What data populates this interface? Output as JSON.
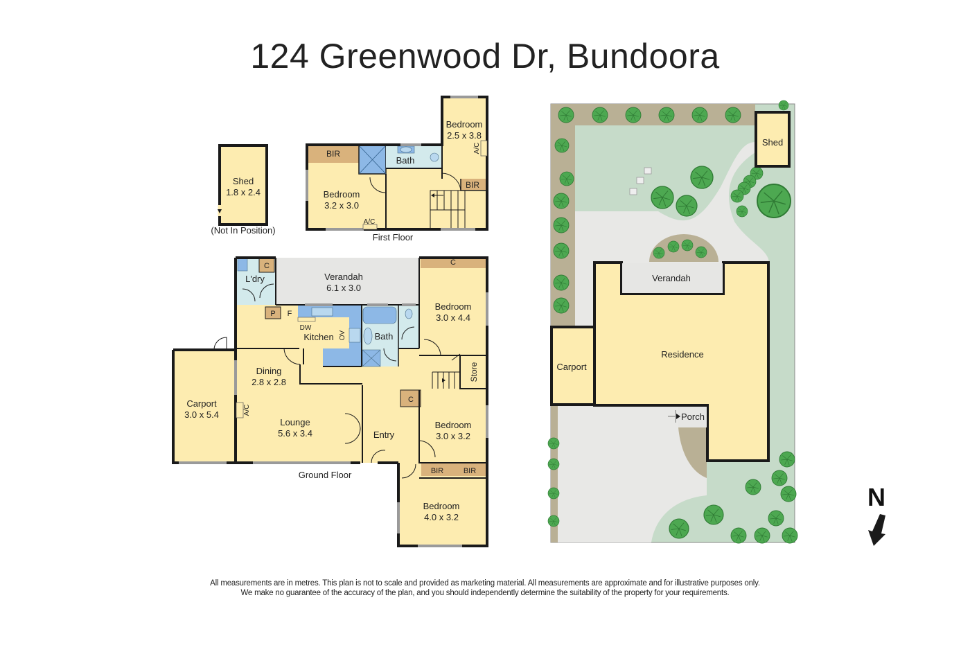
{
  "title": "124 Greenwood Dr, Bundoora",
  "first_floor": {
    "label": "First Floor",
    "rooms": {
      "bedroom_1": {
        "name": "Bedroom",
        "size": "3.2 x 3.0"
      },
      "bedroom_2": {
        "name": "Bedroom",
        "size": "2.5 x 3.8"
      },
      "bath": "Bath",
      "bir_1": "BIR",
      "bir_2": "BIR",
      "ac_1": "A/C",
      "ac_2": "A/C"
    }
  },
  "shed": {
    "name": "Shed",
    "size": "1.8 x 2.4",
    "note": "(Not In Position)"
  },
  "ground_floor": {
    "label": "Ground Floor",
    "rooms": {
      "laundry": "L'dry",
      "c_laundry": "C",
      "verandah": {
        "name": "Verandah",
        "size": "6.1 x 3.0"
      },
      "bedroom_a": {
        "name": "Bedroom",
        "size": "3.0 x 4.4"
      },
      "c_bedroom_a": "C",
      "pantry": "P",
      "fridge": "F",
      "dishwasher": "DW",
      "kitchen": "Kitchen",
      "oven": "OV",
      "bath": "Bath",
      "dining": {
        "name": "Dining",
        "size": "2.8 x 2.8"
      },
      "store": "Store",
      "carport": {
        "name": "Carport",
        "size": "3.0 x 5.4"
      },
      "ac": "A/C",
      "lounge": {
        "name": "Lounge",
        "size": "5.6 x 3.4"
      },
      "entry": "Entry",
      "c_entry": "C",
      "bedroom_b": {
        "name": "Bedroom",
        "size": "3.0 x 3.2"
      },
      "bir_1": "BIR",
      "bir_2": "BIR",
      "bedroom_c": {
        "name": "Bedroom",
        "size": "4.0 x 3.2"
      }
    }
  },
  "site_plan": {
    "shed": "Shed",
    "verandah": "Verandah",
    "residence": "Residence",
    "carport": "Carport",
    "porch": "Porch"
  },
  "compass": {
    "label": "N"
  },
  "colors": {
    "room": "#fdecb0",
    "wet": "#d3eaec",
    "kitchen": "#8db8e6",
    "verandah": "#e6e6e4",
    "cabinet": "#d9b27c",
    "lawn": "#c6dbc9",
    "paving": "#e8e8e6",
    "garden_bed": "#b9b095",
    "tree": "#4da851",
    "wall": "#1a1a1a"
  },
  "disclaimer": {
    "line1": "All measurements are in metres. This plan is not to scale and provided as marketing material. All measurements are approximate and for illustrative purposes only.",
    "line2": "We make no guarantee of the accuracy of the plan, and you should independently determine the suitability of the property for your requirements."
  }
}
